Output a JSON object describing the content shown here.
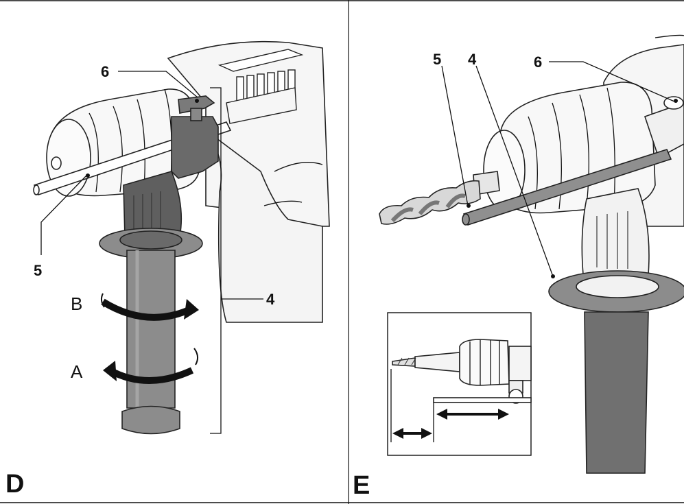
{
  "panels": [
    {
      "id": "D",
      "label": "D",
      "callouts": [
        {
          "key": "c6",
          "text": "6"
        },
        {
          "key": "c5",
          "text": "5"
        },
        {
          "key": "c4",
          "text": "4"
        }
      ],
      "rotation_labels": {
        "b": "B",
        "a": "A"
      }
    },
    {
      "id": "E",
      "label": "E",
      "callouts": [
        {
          "key": "c5",
          "text": "5"
        },
        {
          "key": "c4",
          "text": "4"
        },
        {
          "key": "c6",
          "text": "6"
        }
      ]
    }
  ],
  "colors": {
    "outline": "#222222",
    "grip_dark": "#6a6a6a",
    "grip_mid": "#8c8c8c",
    "body_light": "#f4f4f4",
    "arrow": "#111111"
  }
}
